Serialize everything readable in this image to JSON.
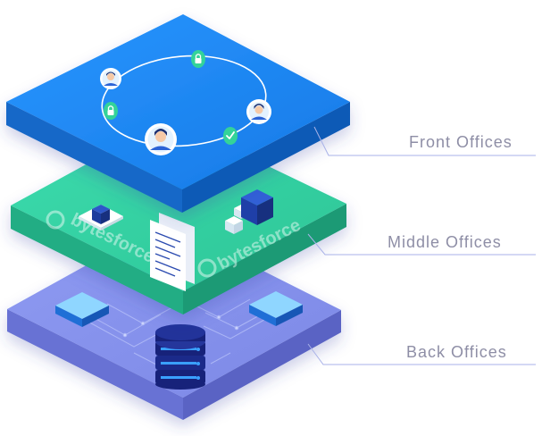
{
  "layers": {
    "front": {
      "label": "Front Offices"
    },
    "middle": {
      "label": "Middle Offices"
    },
    "back": {
      "label": "Back Offices"
    }
  },
  "brand": {
    "watermark": "bytesforce"
  },
  "colors": {
    "front_top": "#1e86f2",
    "front_side_left": "#1467c8",
    "front_side_right": "#0f5ab6",
    "middle_top": "#33d1a2",
    "middle_side_left": "#22ad84",
    "middle_side_right": "#1c9a75",
    "back_top": "#8591ec",
    "back_side_left": "#6772d4",
    "back_side_right": "#5a64c4",
    "label_text": "#8e8ea6",
    "leader_line": "#a9b2e8",
    "server_dark": "#17227a",
    "server_accent": "#3aa0ff"
  }
}
